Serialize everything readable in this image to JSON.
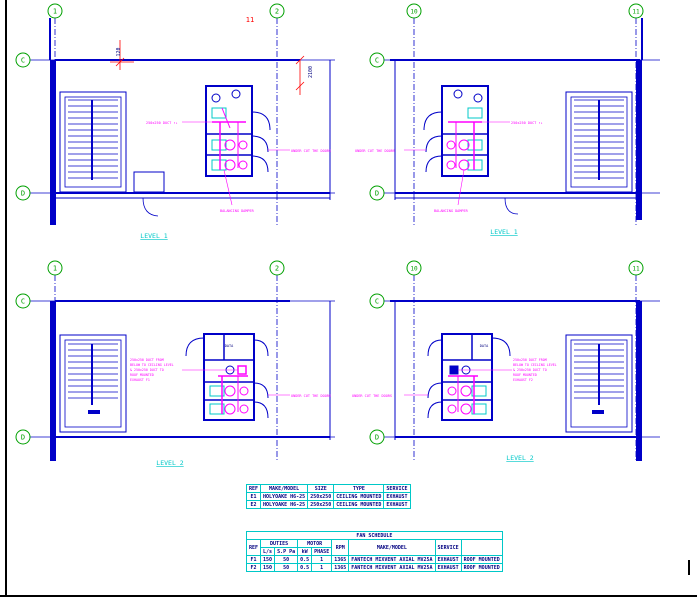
{
  "grid_bubbles": {
    "tl_left": "1",
    "tl_right": "2",
    "tr_left": "10",
    "tr_right": "11",
    "bl_left": "1",
    "bl_right": "2",
    "br_left": "10",
    "br_right": "11",
    "row_c": "C",
    "row_d": "D"
  },
  "dimensions": {
    "d1": "120",
    "d2": "2100"
  },
  "marker_top": "11",
  "level_labels": {
    "tl": "LEVEL 1",
    "tr": "LEVEL 1",
    "bl": "LEVEL 2",
    "br": "LEVEL 2"
  },
  "notes": {
    "tl_duct": "250x250 DUCT ↑↓",
    "tl_undercut": "UNDER CUT THE DOORS",
    "tl_damper": "BALANCING DAMPER",
    "tr_duct": "250x250 DUCT ↑↓",
    "tr_undercut": "UNDER CUT THE DOORS",
    "tr_damper": "BALANCING DAMPER",
    "bl_duct_1": "250x250 DUCT FROM",
    "bl_duct_2": "BELOW TO CEILING LEVEL",
    "bl_duct_3": "& 250x250 DUCT TO",
    "bl_duct_4": "ROOF MOUNTED",
    "bl_duct_5": "EXHAUST F1",
    "bl_undercut": "UNDER CUT THE DOORS",
    "bl_data": "DATA",
    "br_duct_1": "250x250 DUCT FROM",
    "br_duct_2": "BELOW TO CEILING LEVEL",
    "br_duct_3": "& 250x250 DUCT TO",
    "br_duct_4": "ROOF MOUNTED",
    "br_duct_5": "EXHAUST F2",
    "br_undercut": "UNDER CUT THE DOORS",
    "br_data": "DATA"
  },
  "grille_schedule": {
    "headers": [
      "REF",
      "MAKE/MODEL",
      "SIZE",
      "TYPE",
      "SERVICE"
    ],
    "rows": [
      [
        "E1",
        "HOLYOAKE H6-25",
        "250x250",
        "CEILING MOUNTED",
        "EXHAUST"
      ],
      [
        "E2",
        "HOLYOAKE H6-25",
        "250x250",
        "CEILING MOUNTED",
        "EXHAUST"
      ]
    ]
  },
  "fan_schedule": {
    "title": "FAN SCHEDULE",
    "group_headers": [
      "REF",
      "DUTIES",
      "MOTOR",
      "RPM",
      "MAKE/MODEL",
      "SERVICE",
      ""
    ],
    "sub_headers": [
      "L/s",
      "S.P Pa",
      "kW",
      "PHASE"
    ],
    "rows": [
      [
        "F1",
        "150",
        "50",
        "0.5",
        "1",
        "1365",
        "FANTECH MIXVENT AXIAL MV25A",
        "EXHAUST",
        "ROOF MOUNTED"
      ],
      [
        "F2",
        "150",
        "50",
        "0.5",
        "1",
        "1365",
        "FANTECH MIXVENT AXIAL MV25A",
        "EXHAUST",
        "ROOF MOUNTED"
      ]
    ]
  },
  "colors": {
    "wall": "#0000c8",
    "grid": "#00a000",
    "duct": "#ff00ff",
    "cyan": "#00c8c8",
    "red": "#ff0000",
    "text": "#000080"
  }
}
